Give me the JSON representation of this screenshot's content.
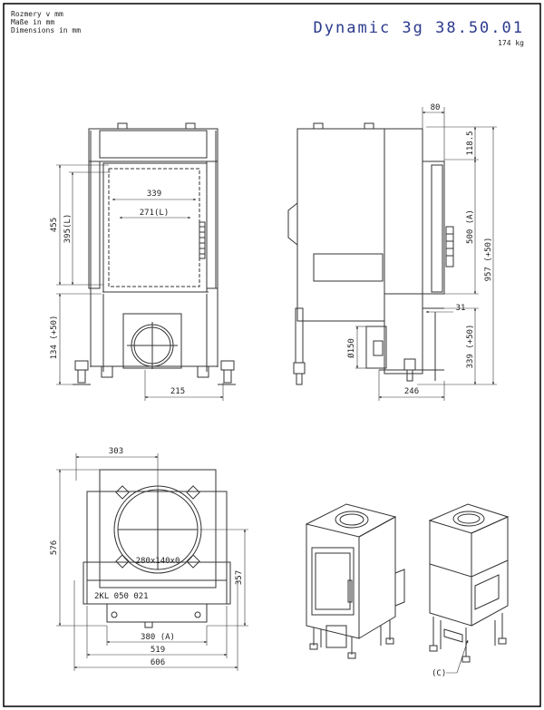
{
  "header": {
    "units_lines": [
      "Rozmery v mm",
      "Maße in mm",
      "Dimensions in mm"
    ],
    "model": "Dynamic 3g 38.50.01",
    "weight": "174 kg"
  },
  "front_view": {
    "dims": {
      "inner_width": "339",
      "inner_width_l": "271(L)",
      "height_455": "455",
      "height_395": "395(L)",
      "height_134": "134 (+50)",
      "bottom_215": "215"
    }
  },
  "side_view": {
    "dims": {
      "top_80": "80",
      "right_118": "118.5",
      "right_500": "500 (A)",
      "right_957": "957 (+50)",
      "right_31": "31",
      "right_339": "339 (+50)",
      "diam_150": "Ø150",
      "bottom_246": "246"
    }
  },
  "top_view": {
    "label_plate": "280x140x0",
    "serial": "2KL 050 021",
    "dims": {
      "top_303": "303",
      "left_576": "576",
      "right_357": "357",
      "bottom_380": "380 (A)",
      "bottom_519": "519",
      "bottom_606": "606"
    }
  },
  "iso_views": {
    "callout_c": "(C)"
  },
  "colors": {
    "line": "#333333",
    "title": "#2b3a8c",
    "dim": "#222222",
    "border": "#000000"
  }
}
